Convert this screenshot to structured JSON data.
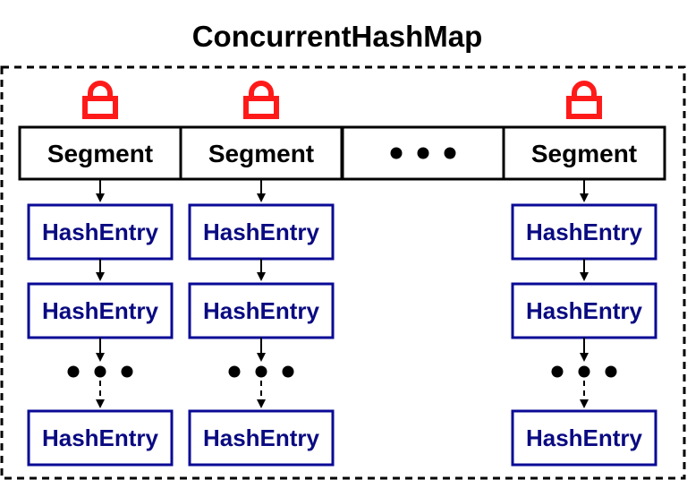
{
  "title": "ConcurrentHashMap",
  "segment_label": "Segment",
  "entry_label": "HashEntry",
  "colors": {
    "lock": "#ff1a1a",
    "entry_border": "#0a0a96",
    "entry_text": "#0a0a82",
    "segment_border": "#000000",
    "outer_border": "#000000"
  },
  "icons": {
    "lock": "padlock-icon",
    "ellipsis": "ellipsis-dots"
  },
  "segments": [
    {
      "label": "Segment",
      "locked": true,
      "entries": [
        "HashEntry",
        "HashEntry",
        "...",
        "HashEntry"
      ]
    },
    {
      "label": "Segment",
      "locked": true,
      "entries": [
        "HashEntry",
        "HashEntry",
        "...",
        "HashEntry"
      ]
    },
    {
      "label": "...",
      "locked": false,
      "entries": []
    },
    {
      "label": "Segment",
      "locked": true,
      "entries": [
        "HashEntry",
        "HashEntry",
        "...",
        "HashEntry"
      ]
    }
  ]
}
